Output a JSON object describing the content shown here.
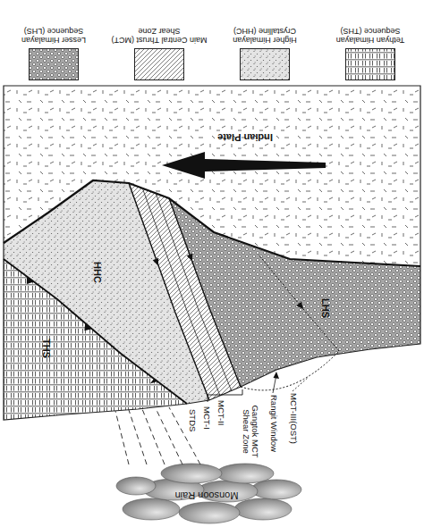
{
  "diagram": {
    "nodes": [
      {
        "text": [
          "Monsoon Rain"
        ]
      },
      {
        "text": [
          "THS"
        ]
      },
      {
        "text": [
          "LHS"
        ]
      },
      {
        "text": [
          "HHC"
        ]
      },
      {
        "text": [
          "Indian Plate"
        ]
      }
    ],
    "labels": [
      "MCT-III(OST)",
      "Rangit Window",
      "Gangtok MCT Shear Zone",
      "MCT-II",
      "MCT-I",
      "STDS"
    ],
    "legend": [
      {
        "text": "Tethyan Himalayan Sequence (THS)"
      },
      {
        "text": "Higher Himalayan Crystalline (HHC)"
      },
      {
        "text": "Main Central Thrust (MCT) Shear Zone"
      },
      {
        "text": "Lesser Himalayan Sequence (LHS)"
      }
    ]
  }
}
